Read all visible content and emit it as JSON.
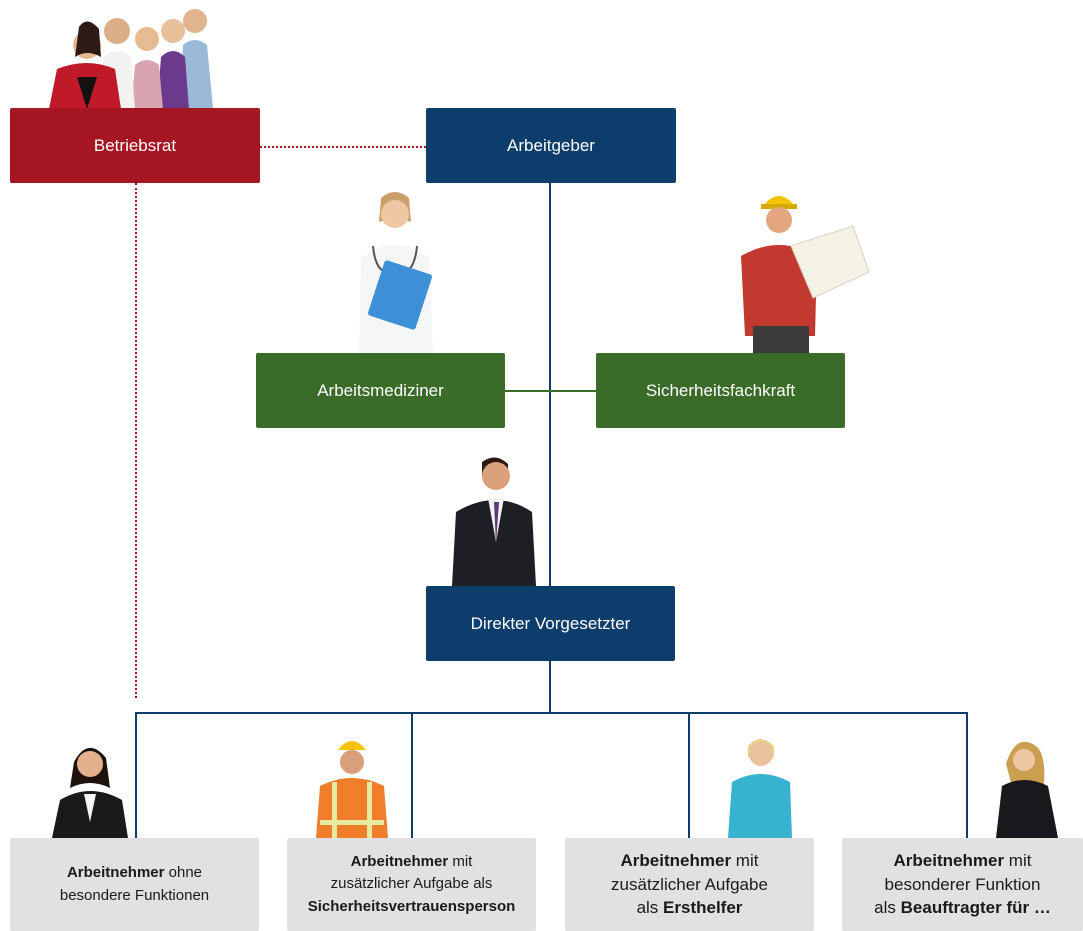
{
  "nodes": {
    "betriebsrat": "Betriebsrat",
    "arbeitgeber": "Arbeitgeber",
    "arbeitsmediziner": "Arbeitsmediziner",
    "sicherheitsfachkraft": "Sicherheitsfachkraft",
    "vorgesetzter": "Direkter Vorgesetzter"
  },
  "employees": [
    {
      "bold": "Arbeitnehmer",
      "rest1": " ohne",
      "line2": "besondere Funktionen",
      "line3_prefix": "",
      "line3_bold": ""
    },
    {
      "bold": "Arbeitnehmer",
      "rest1": " mit",
      "line2": "zusätzlicher Aufgabe als",
      "line3_prefix": "",
      "line3_bold": "Sicherheitsvertrauensperson"
    },
    {
      "bold": "Arbeitnehmer",
      "rest1": " mit",
      "line2": "zusätzlicher Aufgabe",
      "line3_prefix": "als ",
      "line3_bold": "Ersthelfer"
    },
    {
      "bold": "Arbeitnehmer",
      "rest1": " mit",
      "line2": "besonderer Funktion",
      "line3_prefix": "als ",
      "line3_bold": "Beauftragter für …"
    }
  ],
  "colors": {
    "employer_blue": "#0d3d6b",
    "works_council_red": "#a51522",
    "specialist_green": "#3a6b28",
    "employee_grey": "#e1e1e1"
  },
  "illustrations": [
    "group-of-people-icon",
    "doctor-icon",
    "construction-worker-icon",
    "businessman-icon",
    "businesswoman-icon",
    "safety-worker-icon",
    "first-aider-icon",
    "consultant-woman-icon"
  ]
}
